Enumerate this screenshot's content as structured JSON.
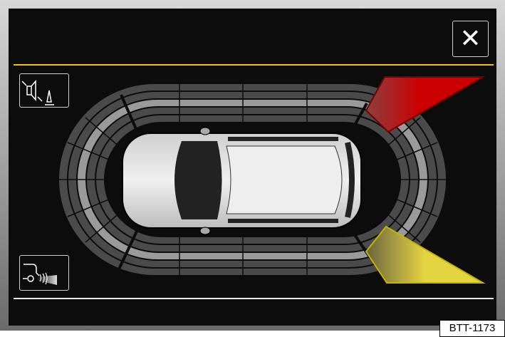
{
  "close_button": {
    "icon": "close-icon",
    "label": "✕"
  },
  "buttons": [
    {
      "name": "mute-sound-button",
      "icon": "speaker-mute-warning-icon"
    },
    {
      "name": "trailer-sensor-button",
      "icon": "tow-hitch-sensor-icon"
    }
  ],
  "sensors": {
    "front_right": {
      "status": "close",
      "color": "#cc0000"
    },
    "rear_right": {
      "status": "near",
      "color": "#e4d440"
    }
  },
  "colors": {
    "divider_top": "#f2c400",
    "divider_bottom": "#e8e8e8",
    "segment": "#4a4a4a",
    "segment_highlight": "#9a9a9a"
  },
  "figure_code": "BTT-1173"
}
